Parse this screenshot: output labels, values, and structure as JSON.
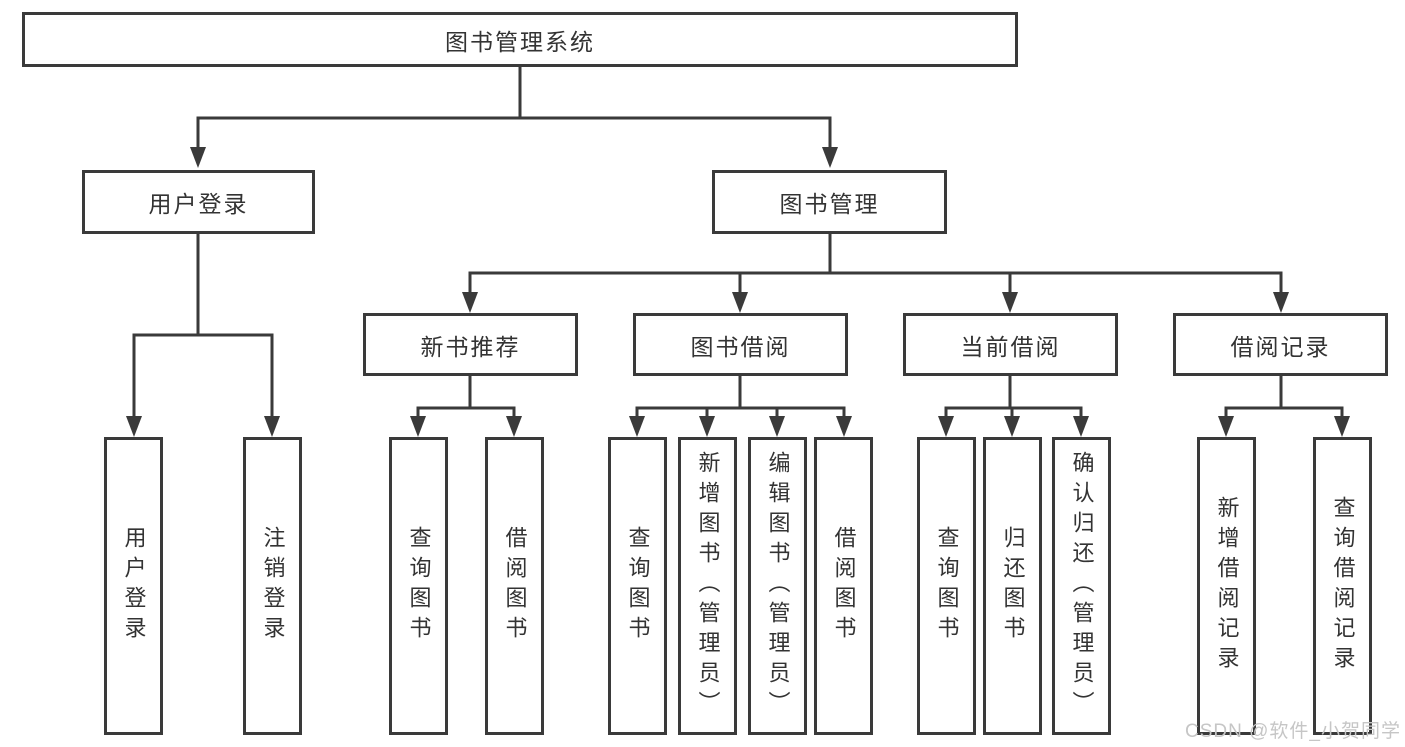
{
  "nodes": {
    "root": "图书管理系统",
    "user_login": "用户登录",
    "book_management": "图书管理",
    "new_book_recommend": "新书推荐",
    "book_borrow": "图书借阅",
    "current_borrow": "当前借阅",
    "borrow_records": "借阅记录",
    "leaf_user_login": "用户登录",
    "leaf_logout": "注销登录",
    "leaf_nb_query_books": "查询图书",
    "leaf_nb_borrow_books": "借阅图书",
    "leaf_bb_query_books": "查询图书",
    "leaf_bb_add_books": "新增图书（管理员）",
    "leaf_bb_edit_books": "编辑图书（管理员）",
    "leaf_bb_borrow_books": "借阅图书",
    "leaf_cb_query_books": "查询图书",
    "leaf_cb_return_books": "归还图书",
    "leaf_cb_confirm_return": "确认归还（管理员）",
    "leaf_rec_add_record": "新增借阅记录",
    "leaf_rec_query_record": "查询借阅记录"
  },
  "watermark": "CSDN @软件_小贺同学",
  "colors": {
    "line": "#3a3a3a",
    "text": "#333333",
    "background": "#ffffff",
    "watermark": "#c6c6c6"
  }
}
